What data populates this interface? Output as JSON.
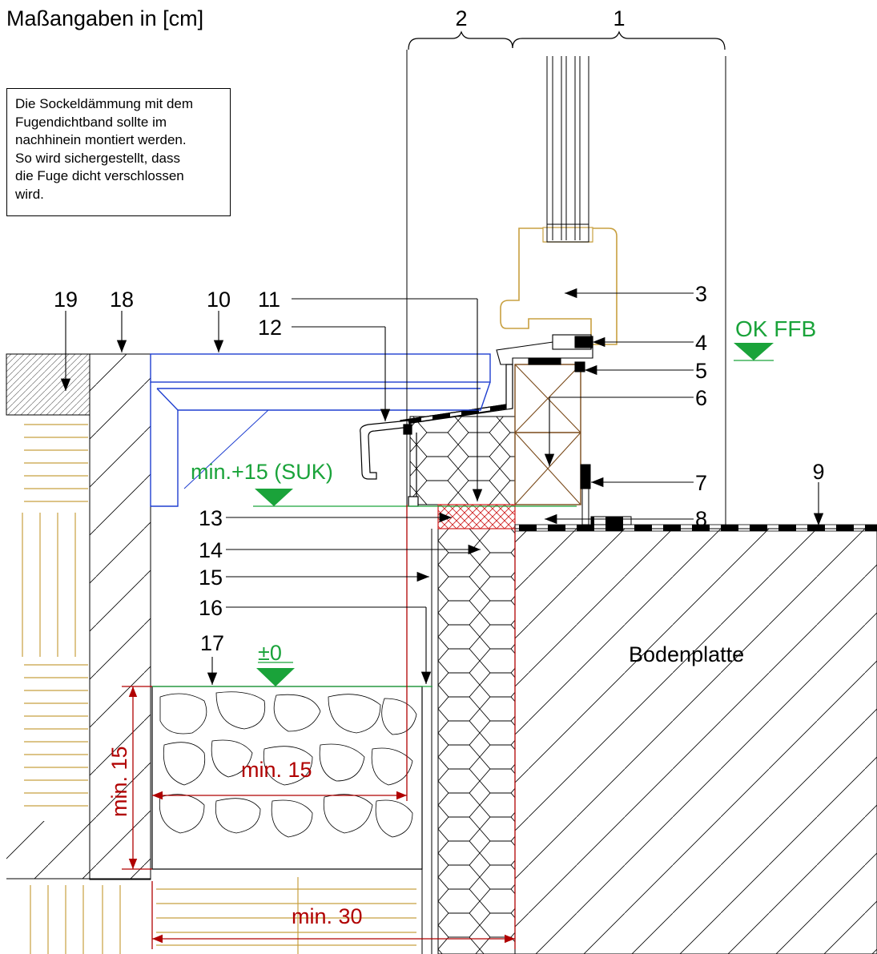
{
  "title": "Maßangaben in [cm]",
  "note_lines": [
    "Die Sockeldämmung mit dem",
    "Fugendichtband sollte im",
    "nachhinein montiert werden.",
    "So wird sichergestellt, dass",
    "die Fuge dicht verschlossen",
    "wird."
  ],
  "zone_labels": {
    "zone_2": "2",
    "zone_1": "1"
  },
  "callouts": {
    "n3": "3",
    "n4": "4",
    "n5": "5",
    "n6": "6",
    "n7": "7",
    "n8": "8",
    "n9": "9",
    "n10": "10",
    "n11": "11",
    "n12": "12",
    "n13": "13",
    "n14": "14",
    "n15": "15",
    "n16": "16",
    "n17": "17",
    "n18": "18",
    "n19": "19"
  },
  "levels": {
    "ok_ffb": "OK FFB",
    "suk": "min.+15 (SUK)",
    "zero": "±0"
  },
  "dimensions": {
    "width_15": "min. 15",
    "height_15": "min. 15",
    "width_30": "min. 30"
  },
  "labels": {
    "slab": "Bodenplatte"
  },
  "colors": {
    "line": "#000000",
    "level_green": "#1aa33a",
    "dimension_red": "#b00000",
    "wood_yellow": "#c8a040",
    "sill_blue": "#1f3fd0",
    "frame_tan": "#c8a040",
    "seal_red": "#d02020",
    "beam_brown": "#7a4a1a"
  }
}
